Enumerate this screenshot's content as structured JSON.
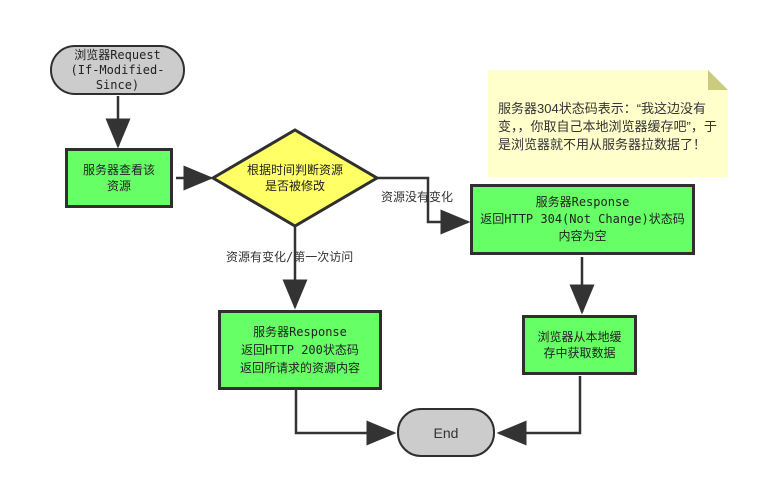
{
  "colors": {
    "process_green": "#66ff66",
    "decision_yellow": "#ffff66",
    "note_yellow": "#ffffcc",
    "note_fold": "#cbcb7e",
    "terminal_gray": "#cccccc",
    "line_dark": "#333333"
  },
  "diagram": {
    "nodes": {
      "start": {
        "label": "浏览器Request\n(If-Modified-\nSince)"
      },
      "server_check": {
        "label": "服务器查看该\n资源"
      },
      "decision": {
        "label": "根据时间判断资源\n是否被修改"
      },
      "response_304": {
        "label": "服务器Response\n返回HTTP 304(Not Change)状态码\n内容为空"
      },
      "response_200": {
        "label": "服务器Response\n返回HTTP 200状态码\n返回所请求的资源内容"
      },
      "local_cache": {
        "label": "浏览器从本地缓\n存中获取数据"
      },
      "end": {
        "label": "End"
      }
    },
    "edge_labels": {
      "not_changed": "资源没有变化",
      "changed": "资源有变化/第一次访问"
    },
    "note": {
      "text": "服务器304状态码表示：“我这边没有变，，你取自己本地浏览器缓存吧”，于是浏览器就不用从服务器拉数据了！"
    }
  }
}
